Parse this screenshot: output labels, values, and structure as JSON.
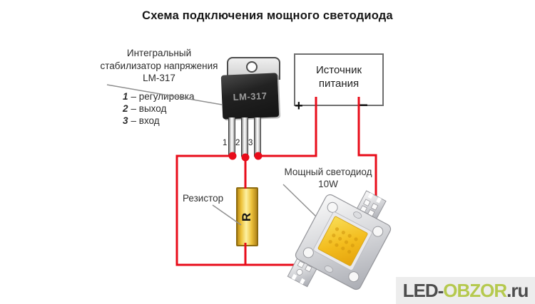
{
  "title": "Схема подключения мощного светодиода",
  "stabilizer": {
    "label_lines": [
      "Интегральный",
      "стабилизатор напряжения",
      "LM-317"
    ],
    "pins": [
      {
        "num": "1",
        "desc": "– регулировка"
      },
      {
        "num": "2",
        "desc": "– выход"
      },
      {
        "num": "3",
        "desc": "– вход"
      }
    ]
  },
  "package": {
    "label": "LM-317",
    "pin_numbers": [
      "1",
      "2",
      "3"
    ]
  },
  "power_source": {
    "line1": "Источник",
    "line2": "питания",
    "plus": "+",
    "minus": "−"
  },
  "resistor": {
    "label": "Резистор",
    "symbol": "R"
  },
  "led": {
    "name": "Мощный светодиод",
    "power": "10W"
  },
  "watermark": {
    "prefix": "LED-",
    "brand": "OBZOR",
    "suffix": ".ru"
  },
  "colors": {
    "wire_red": "#e80c1a",
    "callout_gray": "#909090",
    "resistor_gold": "#eec33c",
    "watermark_green": "#b5c94e",
    "package_body": "#1d1d1d"
  }
}
